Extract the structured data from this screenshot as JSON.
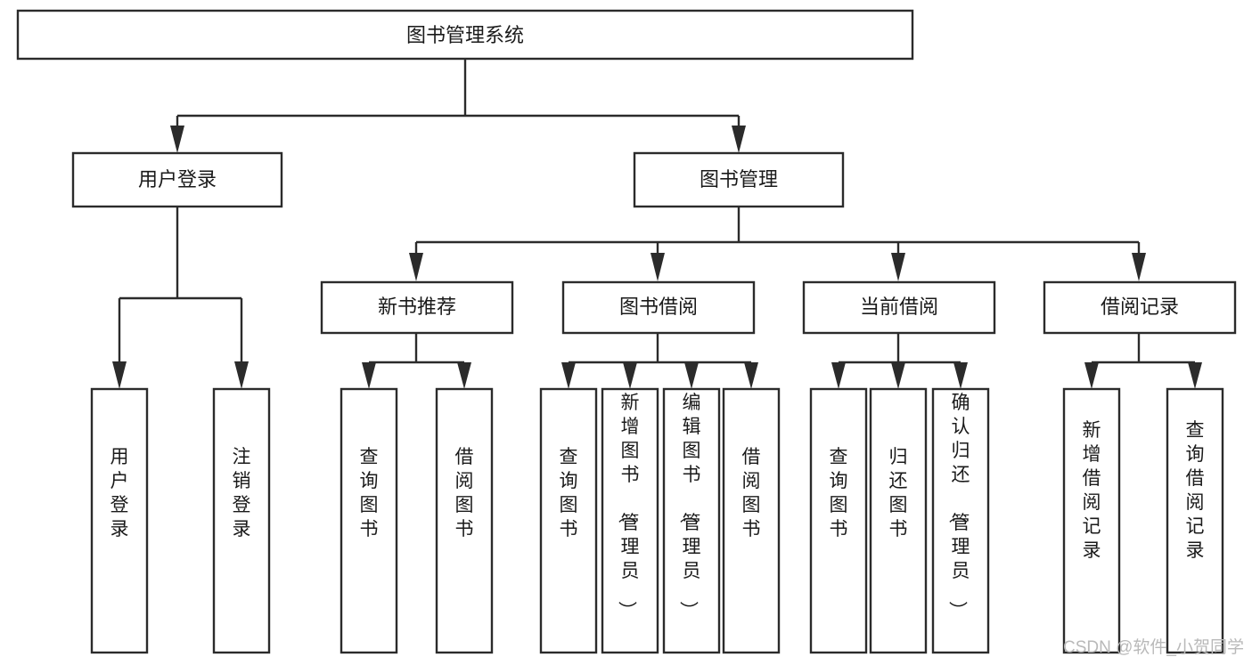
{
  "diagram": {
    "type": "tree-hierarchy",
    "title": "图书管理系统",
    "orientation": "top-down",
    "levels": 4,
    "colors": {
      "box_stroke": "#2b2b2b",
      "box_fill": "#ffffff",
      "connector": "#2b2b2b",
      "text": "#1a1a1a",
      "background": "#ffffff",
      "watermark": "#b9b9b9"
    },
    "root": {
      "id": "root",
      "label": "图书管理系统",
      "orientation": "horizontal"
    },
    "level2": [
      {
        "id": "user-login",
        "label": "用户登录",
        "orientation": "horizontal"
      },
      {
        "id": "book-management",
        "label": "图书管理",
        "orientation": "horizontal"
      }
    ],
    "level3": [
      {
        "id": "new-book-recommend",
        "label": "新书推荐",
        "orientation": "horizontal",
        "parent": "book-management"
      },
      {
        "id": "book-borrow",
        "label": "图书借阅",
        "orientation": "horizontal",
        "parent": "book-management"
      },
      {
        "id": "current-borrow",
        "label": "当前借阅",
        "orientation": "horizontal",
        "parent": "book-management"
      },
      {
        "id": "borrow-record",
        "label": "借阅记录",
        "orientation": "horizontal",
        "parent": "book-management"
      }
    ],
    "leaves": [
      {
        "id": "leaf-user-login",
        "label": "用户登录",
        "parent": "user-login",
        "orientation": "vertical"
      },
      {
        "id": "leaf-user-logout",
        "label": "注销登录",
        "parent": "user-login",
        "orientation": "vertical"
      },
      {
        "id": "leaf-query-book-1",
        "label": "查询图书",
        "parent": "new-book-recommend",
        "orientation": "vertical"
      },
      {
        "id": "leaf-borrow-book-1",
        "label": "借阅图书",
        "parent": "new-book-recommend",
        "orientation": "vertical"
      },
      {
        "id": "leaf-query-book-2",
        "label": "查询图书",
        "parent": "book-borrow",
        "orientation": "vertical"
      },
      {
        "id": "leaf-add-book",
        "label": "新增图书（管理员）",
        "parent": "book-borrow",
        "orientation": "vertical"
      },
      {
        "id": "leaf-edit-book",
        "label": "编辑图书（管理员）",
        "parent": "book-borrow",
        "orientation": "vertical"
      },
      {
        "id": "leaf-borrow-book-2",
        "label": "借阅图书",
        "parent": "book-borrow",
        "orientation": "vertical"
      },
      {
        "id": "leaf-query-book-3",
        "label": "查询图书",
        "parent": "current-borrow",
        "orientation": "vertical"
      },
      {
        "id": "leaf-return-book",
        "label": "归还图书",
        "parent": "current-borrow",
        "orientation": "vertical"
      },
      {
        "id": "leaf-confirm-return",
        "label": "确认归还（管理员）",
        "parent": "current-borrow",
        "orientation": "vertical"
      },
      {
        "id": "leaf-add-record",
        "label": "新增借阅记录",
        "parent": "borrow-record",
        "orientation": "vertical"
      },
      {
        "id": "leaf-query-record",
        "label": "查询借阅记录",
        "parent": "borrow-record",
        "orientation": "vertical"
      }
    ]
  },
  "watermark": {
    "text": "CSDN @软件_小贺同学"
  }
}
